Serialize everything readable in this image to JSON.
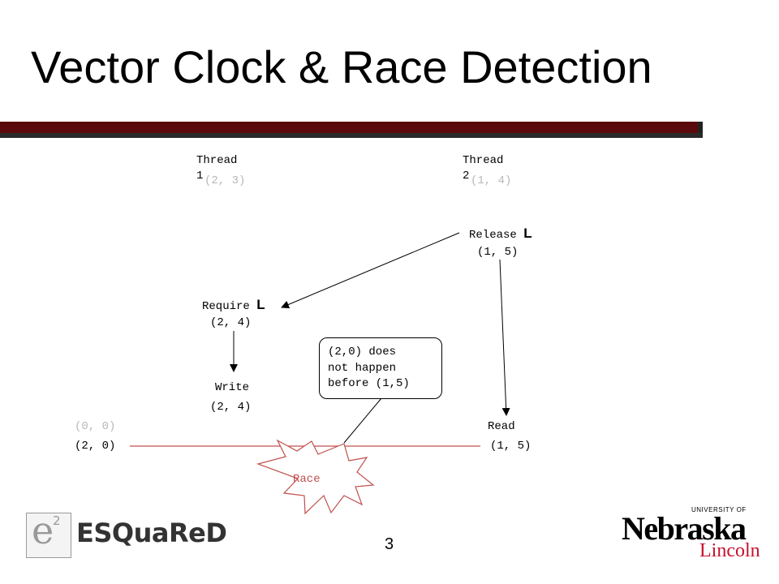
{
  "slide": {
    "title": "Vector Clock & Race Detection",
    "page_number": "3"
  },
  "threads": {
    "t1_label_line1": "Thread",
    "t1_label_line2": "1",
    "t1_clock": "(2, 3)",
    "t2_label_line1": "Thread",
    "t2_label_line2": "2",
    "t2_clock": "(1, 4)"
  },
  "events": {
    "release_text": "Release",
    "release_lock": "L",
    "release_clock": "(1, 5)",
    "require_text": "Require",
    "require_lock": "L",
    "require_clock": "(2, 4)",
    "write_text": "Write",
    "write_clock": "(2, 4)",
    "read_text": "Read",
    "read_clock": "(1, 5)",
    "var_clock_old": "(0, 0)",
    "var_clock_new": "(2, 0)"
  },
  "callout": {
    "text": "(2,0) does\nnot happen\nbefore (1,5)"
  },
  "race": {
    "label": "Race"
  },
  "logos": {
    "left_text": "ESQuaReD",
    "left_mark": "e",
    "left_superscript": "2",
    "right_top": "UNIVERSITY OF",
    "right_main": "Nebraska",
    "right_sub": "Lincoln"
  },
  "colors": {
    "bar": "#5a0a0a",
    "race_line": "#c0504d",
    "race_text": "#c0504d",
    "gray_text": "#b8b8b8",
    "nebraska_red": "#c8102e",
    "esquared_dark": "#333333"
  }
}
